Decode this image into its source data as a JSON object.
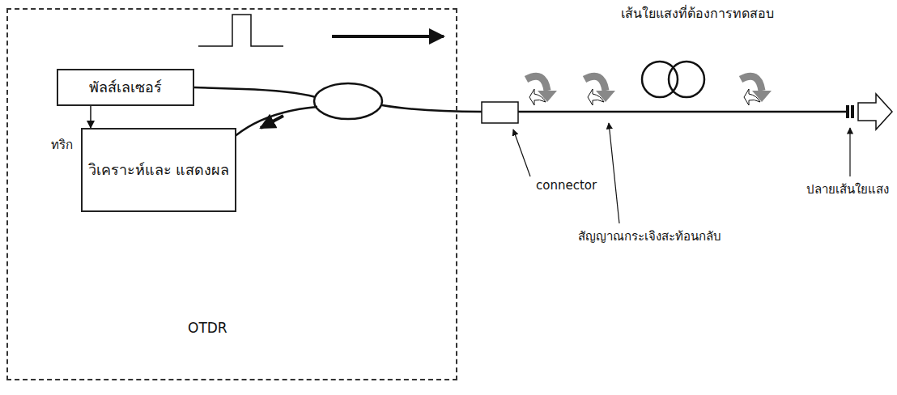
{
  "diagram": {
    "title": "เส้นใยแสงที่ต้องการทดสอบ",
    "nodes": [
      {
        "text": [
          "OTDR"
        ]
      },
      {
        "text": [
          "พัลส์เลเซอร์"
        ],
        "in": 0
      },
      {
        "text": [
          "วิเคราะห์และ แสดงผล"
        ],
        "in": 0
      }
    ],
    "edges": [
      {
        "from": 1,
        "to": 2,
        "arrow": "to",
        "label": "ทริก"
      }
    ],
    "labels": [
      "connector",
      "สัญญาณกระเจิงสะท้อนกลับ",
      "ปลายเส้นใยแสง"
    ]
  }
}
